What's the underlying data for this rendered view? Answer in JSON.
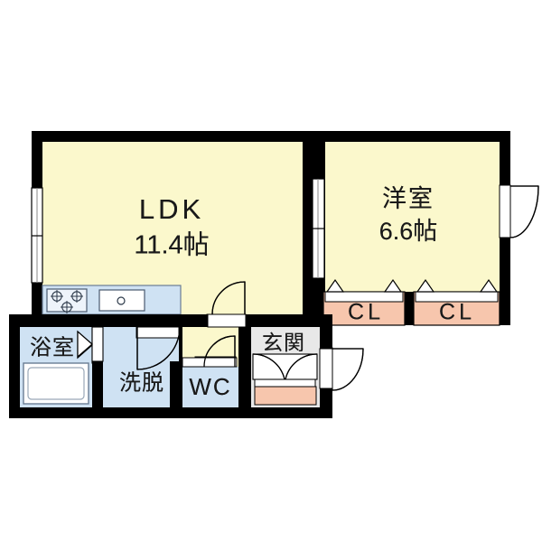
{
  "plan": {
    "title": "間取り図",
    "colors": {
      "wall": "#000000",
      "room_fill": "#fbf8cc",
      "water_fill": "#cfe2f3",
      "closet_fill": "#f7c6ad",
      "genkan_fill": "#e8e8e8",
      "tataki_fill": "#f7c6ad",
      "fixture_stroke": "#6a7d94",
      "door_stroke": "#000000",
      "background": "#ffffff"
    },
    "rooms": [
      {
        "id": "ldk",
        "name": "LDK",
        "area": "11.4帖",
        "label_line1": "LDK",
        "label_line2": "11.4帖"
      },
      {
        "id": "yoshitsu",
        "name": "洋室",
        "area": "6.6帖",
        "label_line1": "洋室",
        "label_line2": "6.6帖"
      },
      {
        "id": "closet1",
        "name": "CL",
        "area": "",
        "label_line1": "CL",
        "label_line2": ""
      },
      {
        "id": "closet2",
        "name": "CL",
        "area": "",
        "label_line1": "CL",
        "label_line2": ""
      },
      {
        "id": "bath",
        "name": "浴室",
        "area": "",
        "label_line1": "浴室",
        "label_line2": ""
      },
      {
        "id": "sendatsu",
        "name": "洗脱",
        "area": "",
        "label_line1": "洗脱",
        "label_line2": ""
      },
      {
        "id": "wc",
        "name": "WC",
        "area": "",
        "label_line1": "WC",
        "label_line2": ""
      },
      {
        "id": "genkan",
        "name": "玄関",
        "area": "",
        "label_line1": "玄関",
        "label_line2": ""
      }
    ],
    "fixtures": [
      {
        "id": "stove",
        "name": "3口コンロ",
        "burners": 3
      },
      {
        "id": "sink",
        "name": "シンク"
      },
      {
        "id": "bathtub",
        "name": "浴槽"
      }
    ],
    "openings": [
      {
        "id": "window-ldk-west",
        "type": "sliding-window",
        "wall": "west"
      },
      {
        "id": "door-ldk-yoshitsu",
        "type": "sliding-door",
        "wall": "interior"
      },
      {
        "id": "door-yoshitsu-east",
        "type": "hinged-door",
        "wall": "east"
      },
      {
        "id": "door-ldk-hall",
        "type": "hinged-door",
        "wall": "south"
      },
      {
        "id": "door-hall-wc",
        "type": "hinged-door",
        "wall": "interior"
      },
      {
        "id": "door-hall-sendatsu",
        "type": "hinged-door",
        "wall": "interior"
      },
      {
        "id": "door-bath",
        "type": "folding-door",
        "wall": "interior"
      },
      {
        "id": "door-entrance",
        "type": "hinged-door",
        "wall": "east"
      },
      {
        "id": "shoe-cabinet",
        "type": "double-door",
        "wall": "interior"
      },
      {
        "id": "closet1-doors",
        "type": "folding-door",
        "wall": "interior"
      },
      {
        "id": "closet2-doors",
        "type": "folding-door",
        "wall": "interior"
      }
    ]
  }
}
